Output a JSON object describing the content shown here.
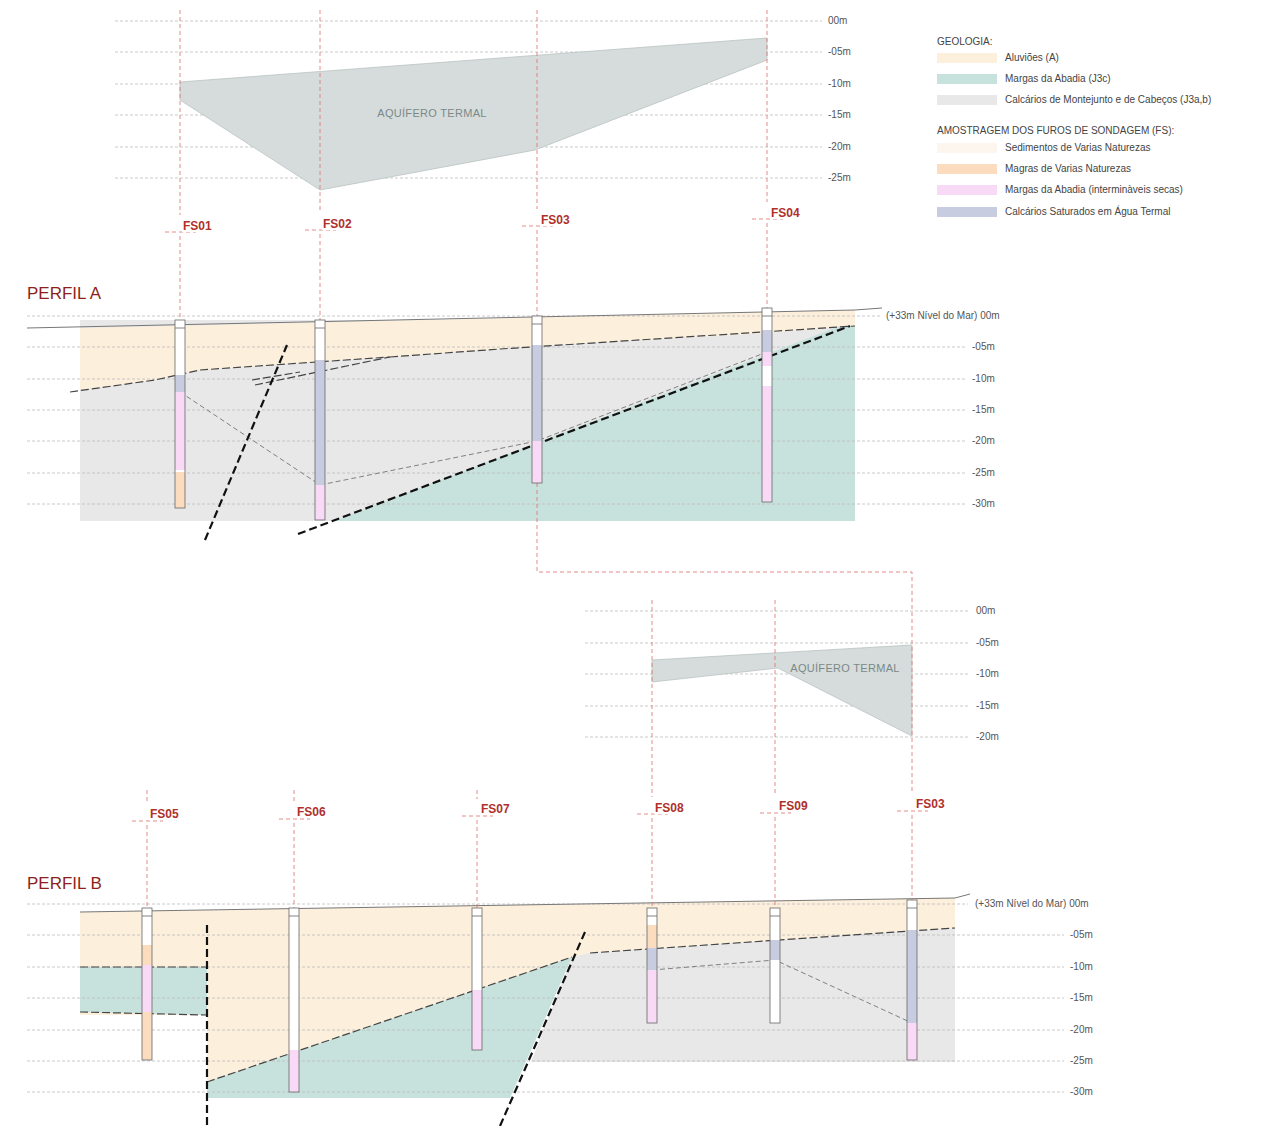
{
  "diagram": {
    "nodes": [
      {
        "text": [
          "AQUÍFERO TERMAL"
        ]
      },
      {
        "text": [
          "AQUÍFERO TERMAL"
        ]
      }
    ],
    "labels": [
      "00m",
      "-05m",
      "-10m",
      "-15m",
      "-20m",
      "-25m",
      "FS01",
      "FS02",
      "FS03",
      "FS04",
      "PERFIL A",
      "(+33m Nível do Mar) 00m",
      "-05m",
      "-10m",
      "-15m",
      "-20m",
      "-25m",
      "-30m",
      "00m",
      "-05m",
      "-10m",
      "-15m",
      "-20m",
      "FS05",
      "FS06",
      "FS07",
      "FS08",
      "FS09",
      "FS03",
      "PERFIL B",
      "(+33m Nível do Mar) 00m",
      "-05m",
      "-10m",
      "-15m",
      "-20m",
      "-25m",
      "-30m",
      "GEOLOGIA:",
      "AMOSTRAGEM DOS FUROS DE SONDAGEM (FS):"
    ],
    "legend": [
      {
        "text": "Aluviões (A)",
        "color": "#fcefdc"
      },
      {
        "text": "Margas da Abadia (J3c)",
        "color": "#c7e2dc"
      },
      {
        "text": "Calcários de Montejunto e de Cabeços (J3a,b)",
        "color": "#e8e8e8"
      },
      {
        "text": "Sedimentos de Varias Naturezas",
        "color": "#fcf6ee"
      },
      {
        "text": "Magras de Varias Naturezas",
        "color": "#fbdcbf"
      },
      {
        "text": "Margas da Abadia (interminàveis secas)",
        "color": "#f8daf6"
      },
      {
        "text": "Calcários Saturados em Água Termal",
        "color": "#c8cce0"
      }
    ]
  }
}
